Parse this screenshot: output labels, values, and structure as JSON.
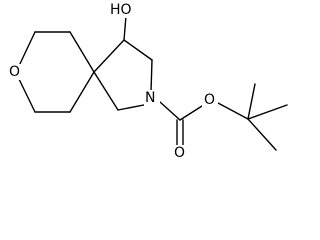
{
  "structure": {
    "atom_labels": {
      "hydroxyl": "HO",
      "ring_oxygen": "O",
      "ring_nitrogen": "N",
      "ester_oxygen": "O",
      "carbonyl_oxygen": "O"
    },
    "colors": {
      "bond": "#000000",
      "label": "#000000",
      "background": "#ffffff"
    }
  }
}
